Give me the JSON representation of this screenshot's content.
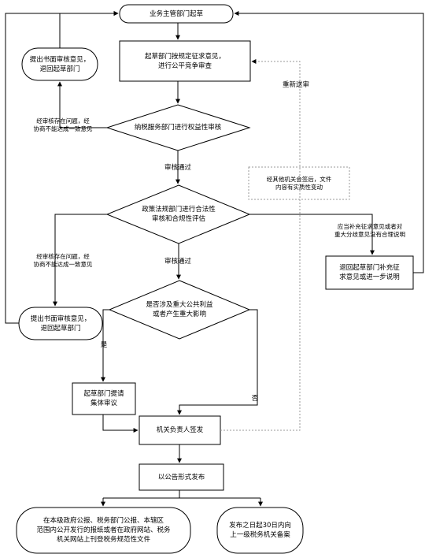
{
  "nodes": {
    "start": "业务主管部门起草",
    "draft": "起草部门按规定征求意见，\n进行公平竞争审查",
    "review1": "纳税服务部门进行权益性审核",
    "legal": "政策法规部门进行合法性\n审核和合规性评估",
    "major": "是否涉及重大公共利益\n或者产生重大影响",
    "collective": "起草部门提请\n集体审议",
    "sign": "机关负责人签发",
    "publish": "以公告形式发布",
    "channels": "在本级政府公报、税务部门公报、本辖区\n范围内公开发行的报纸或者在政府网站、税务\n机关网站上刊登税务规范性文件",
    "filing": "发布之日起30日内向\n上一级税务机关备案",
    "return1": "提出书面审核意见，退回起草部门",
    "return2": "提出书面审核意见，\n退回起草部门",
    "return3": "退回起草部门补充征\n求意见或进一步说明",
    "note_change": "经其他机关会签后，文件\n内容有实质性变动"
  },
  "edge_labels": {
    "resubmit": "重新送审",
    "pass1": "审核通过",
    "pass2": "审核通过",
    "yes": "是",
    "no": "否",
    "problem1": "经审核存在问题，经\n协商不能达成一致意见",
    "problem2": "经审核存在问题，经\n协商不能达成一致意见",
    "supplement": "应当补充征求意见或者对\n重大分歧意见没有合理说明"
  }
}
